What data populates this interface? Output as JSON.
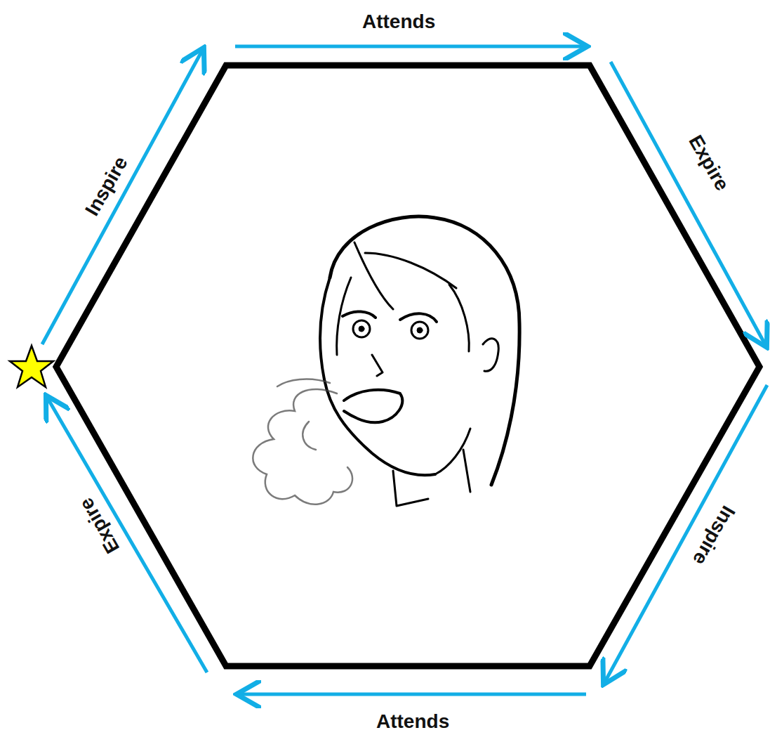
{
  "diagram": {
    "labels": [
      "Attends",
      "Inspire",
      "Expire",
      "Expire",
      "Inspire",
      "Attends"
    ]
  }
}
